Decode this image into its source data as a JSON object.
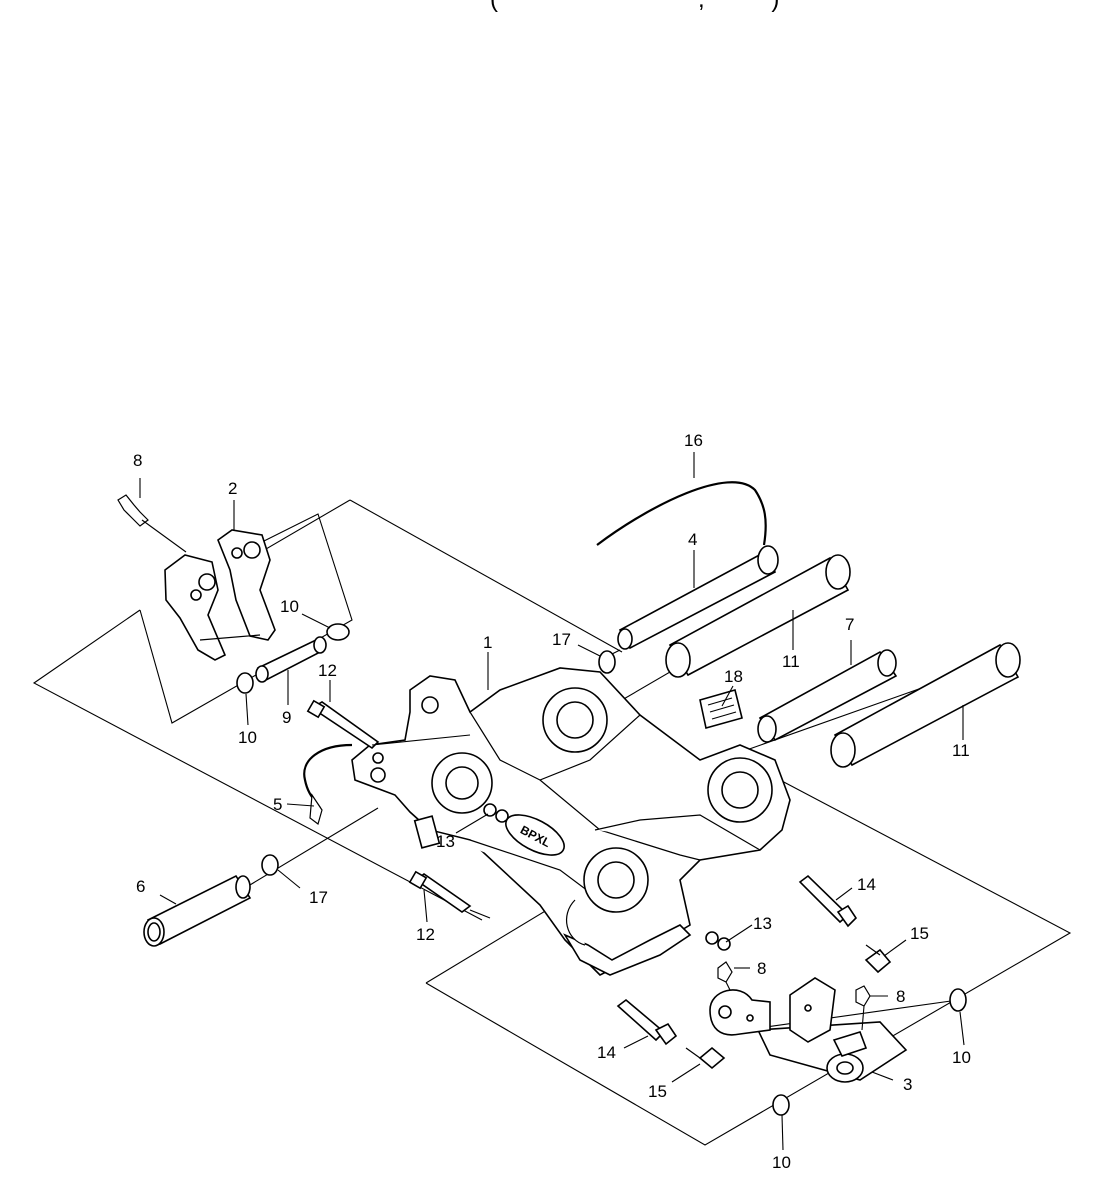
{
  "header": {
    "title_fragment": "(                              ,          )"
  },
  "callouts": {
    "c1": "1",
    "c2": "2",
    "c3": "3",
    "c4": "4",
    "c5": "5",
    "c6": "6",
    "c7": "7",
    "c8a": "8",
    "c8b": "8",
    "c8c": "8",
    "c9": "9",
    "c10a": "10",
    "c10b": "10",
    "c10c": "10",
    "c10d": "10",
    "c11a": "11",
    "c11b": "11",
    "c12a": "12",
    "c12b": "12",
    "c13a": "13",
    "c13b": "13",
    "c14a": "14",
    "c14b": "14",
    "c15a": "15",
    "c15b": "15",
    "c16": "16",
    "c17a": "17",
    "c17b": "17",
    "c18": "18"
  },
  "logo_text": "BPXL"
}
